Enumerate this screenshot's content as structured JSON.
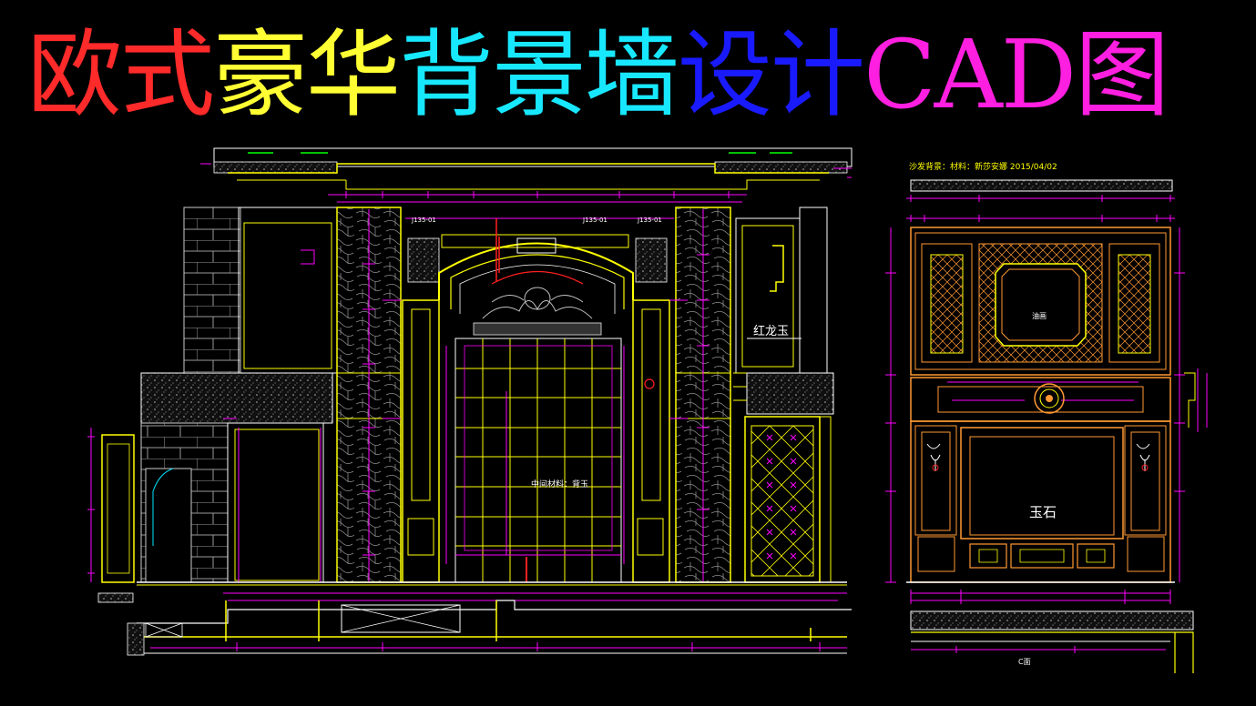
{
  "title_parts": [
    "欧式",
    "豪华",
    "背景墙",
    "设计",
    "CAD图"
  ],
  "colors": {
    "background": "#000000",
    "title_red": "#ff2a2a",
    "title_yellow": "#ffff33",
    "title_cyan": "#18e8ff",
    "title_blue": "#1a1aff",
    "title_magenta": "#ff1fe0",
    "cad_yellow": "#ffff00",
    "cad_magenta": "#ff00ff",
    "cad_orange": "#ff9933",
    "cad_white": "#ffffff",
    "cad_gray": "#a8a8a8",
    "cad_cyan": "#00ffff",
    "cad_red": "#ff2020"
  },
  "left_drawing": {
    "label_stone": "红龙玉",
    "label_center": "中间材料：背玉",
    "tags": [
      "J135-01",
      "J135-01",
      "J135-01"
    ]
  },
  "right_drawing": {
    "header": "沙发背景：材料：新莎安娜 2015/04/02",
    "label_jade": "玉石",
    "label_panel": "油画",
    "section_mark": "C面"
  }
}
